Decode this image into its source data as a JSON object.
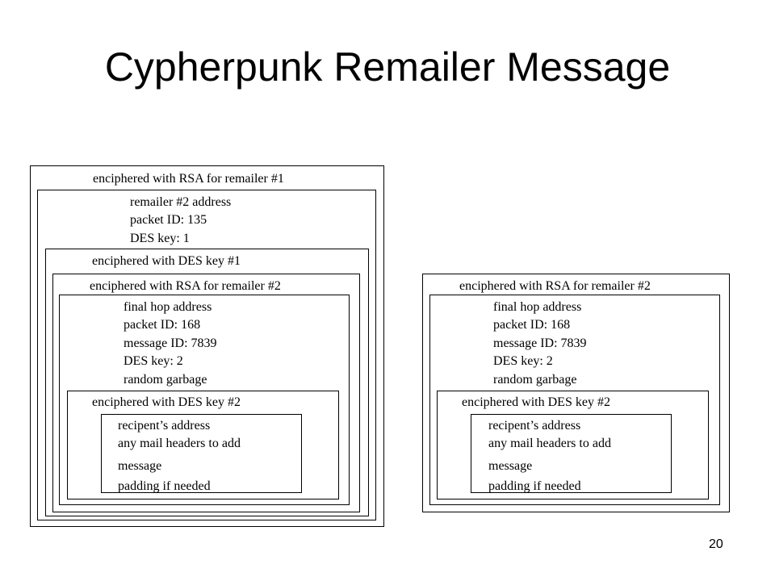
{
  "title": "Cypherpunk Remailer Message",
  "page_number": "20",
  "left_diagram": {
    "rsa1_label": "enciphered with RSA for remailer #1",
    "hop1": {
      "address": "remailer #2 address",
      "packet_id": "packet ID: 135",
      "des_key": "DES key: 1"
    },
    "des1_label": "enciphered with DES key #1",
    "rsa2_label": "enciphered with RSA for remailer #2",
    "hop2": {
      "address": "final hop address",
      "packet_id": "packet ID: 168",
      "message_id": "message ID: 7839",
      "des_key": "DES key: 2",
      "garbage": "random garbage"
    },
    "des2_label": "enciphered with DES key #2",
    "payload": {
      "recipient": "recipent’s address",
      "headers": "any mail headers to add",
      "message": "message",
      "padding": "padding if needed"
    }
  },
  "right_diagram": {
    "rsa2_label": "enciphered with RSA for remailer #2",
    "hop2": {
      "address": "final hop address",
      "packet_id": "packet ID: 168",
      "message_id": "message ID: 7839",
      "des_key": "DES key: 2",
      "garbage": "random garbage"
    },
    "des2_label": "enciphered with DES key #2",
    "payload": {
      "recipient": "recipent’s address",
      "headers": "any mail headers to add",
      "message": "message",
      "padding": "padding if needed"
    }
  }
}
